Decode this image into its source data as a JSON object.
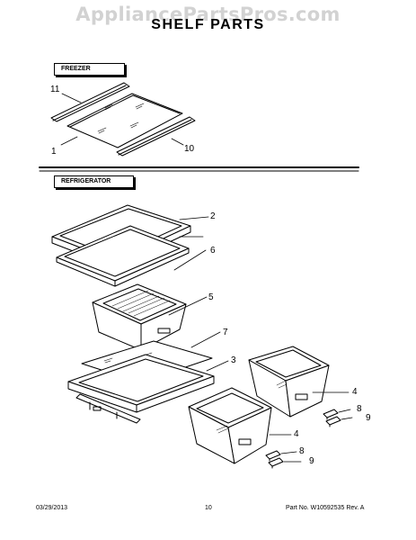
{
  "watermark": "AppliancePartsPros.com",
  "title": "SHELF PARTS",
  "sections": {
    "freezer": "FREEZER",
    "refrigerator": "REFRIGERATOR"
  },
  "callouts": {
    "freezer_rail_top": "11",
    "freezer_glass": "1",
    "freezer_rail_bottom": "10",
    "shelf_frame": "2",
    "shelf_trim": "6",
    "crisper_drawer": "5",
    "cover_glass": "7",
    "cover_frame": "3",
    "pan_upper": "4",
    "pan_lower": "4",
    "slide_a": "8",
    "slide_b": "9",
    "slide_c": "8",
    "slide_d": "9"
  },
  "footer": {
    "date": "03/29/2013",
    "page": "10",
    "part_number": "Part No. W10592535  Rev. A"
  }
}
